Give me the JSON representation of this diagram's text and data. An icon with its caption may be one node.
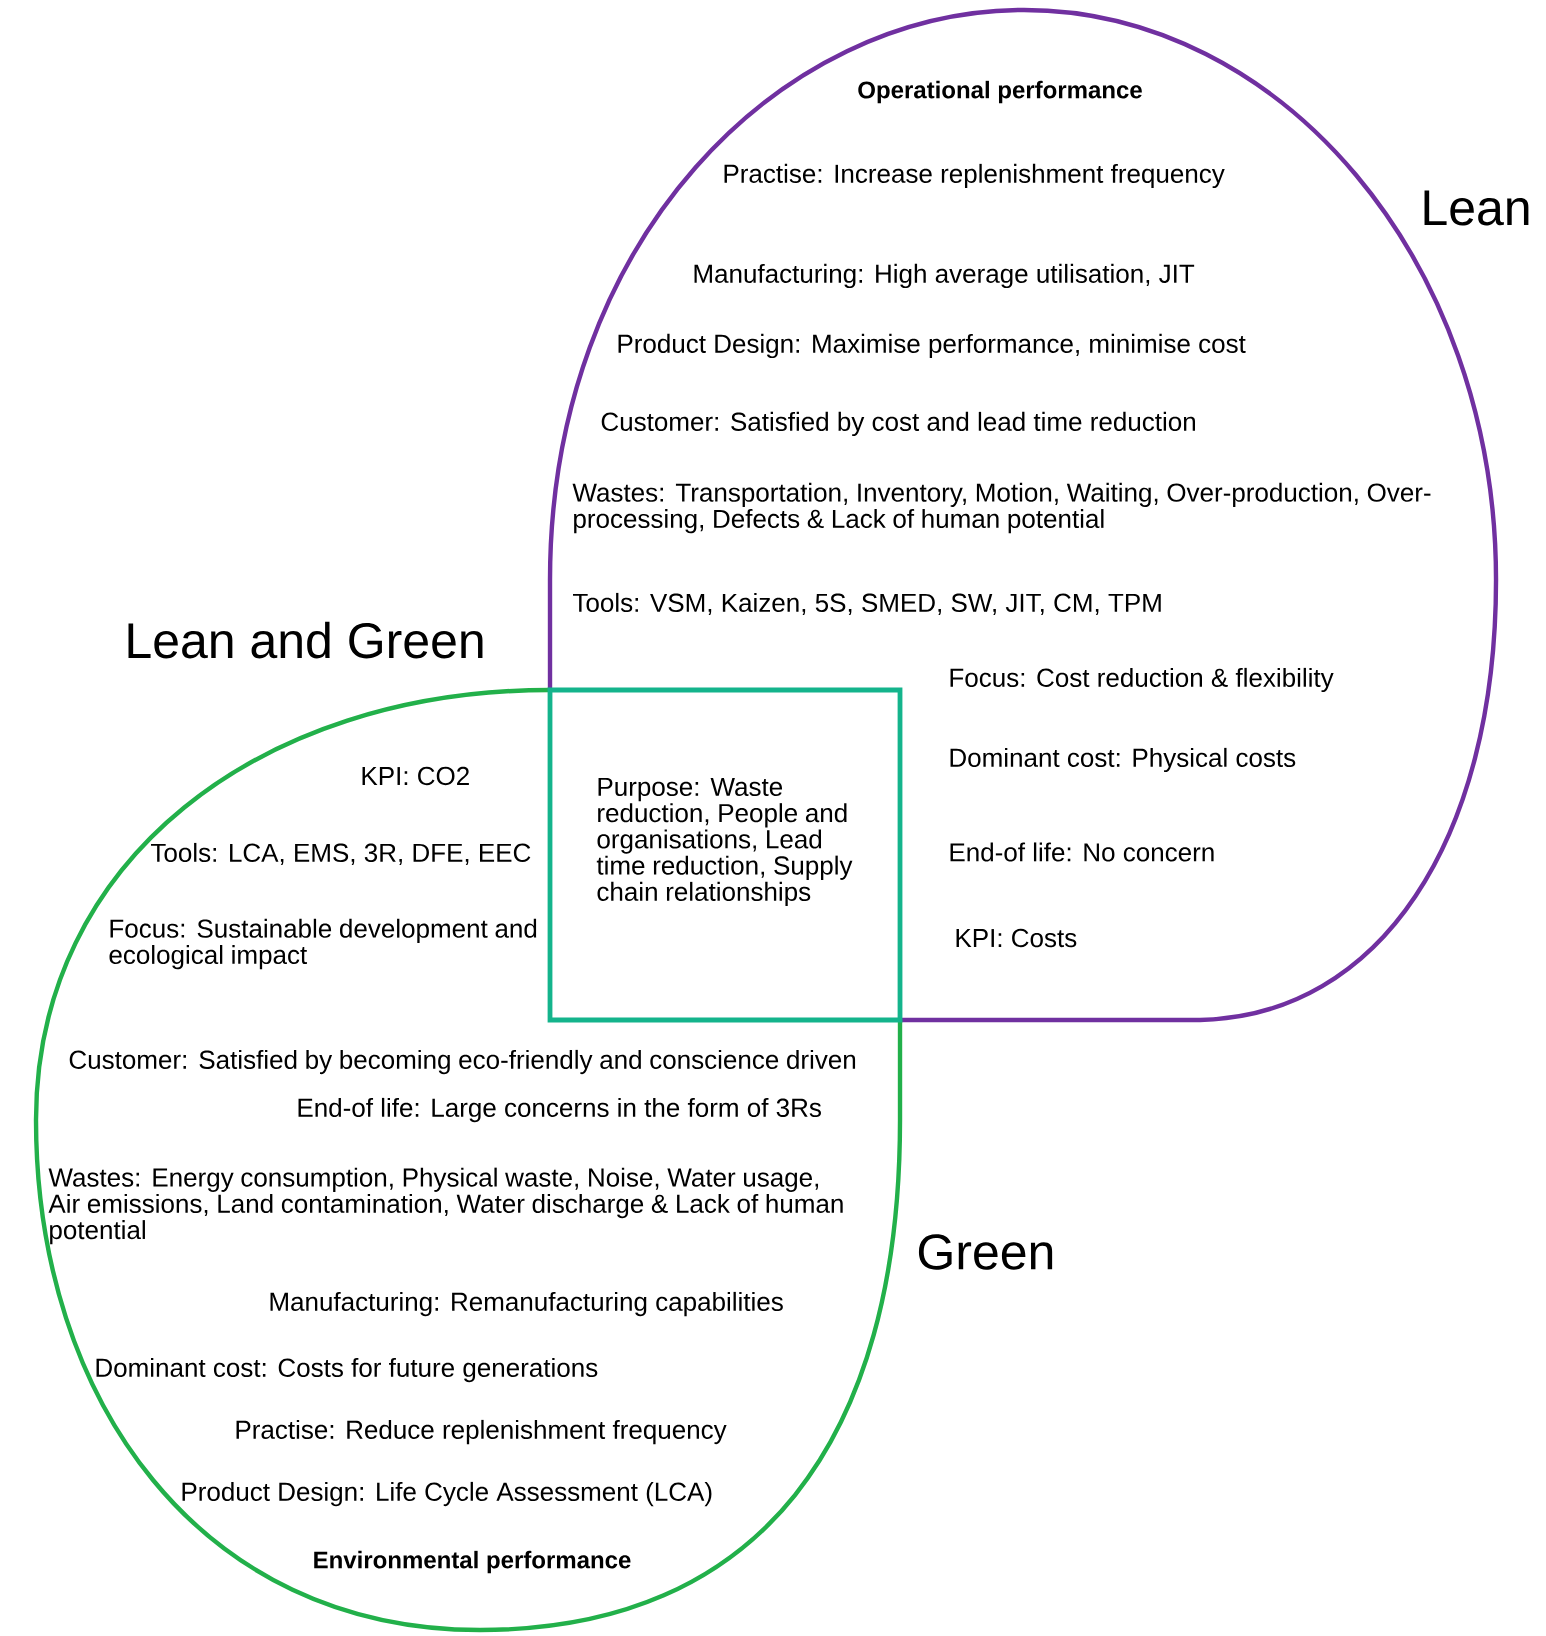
{
  "diagram": {
    "nodes": [
      {
        "text": [
          "Operational performance",
          "Practise: Increase replenishment frequency",
          "Manufacturing: High average utilisation, JIT",
          "Product Design: Maximise performance, minimise cost",
          "Customer: Satisfied by cost and lead time reduction",
          "Wastes: Transportation, Inventory, Motion, Waiting, Over-production, Over-processing, Defects & Lack of human potential",
          "Tools: VSM, Kaizen, 5S, SMED, SW, JIT, CM, TPM",
          "Focus: Cost reduction & flexibility",
          "Dominant cost: Physical costs",
          "End-of life: No concern",
          "KPI: Costs"
        ]
      },
      {
        "text": [
          "KPI: CO2",
          "Tools: LCA, EMS, 3R, DFE, EEC",
          "Focus: Sustainable development and ecological impact",
          "Customer: Satisfied by becoming eco-friendly and conscience driven",
          "End-of life: Large concerns in the form of 3Rs",
          "Wastes: Energy consumption, Physical waste, Noise, Water usage, Air emissions, Land contamination, Water discharge & Lack of human potential",
          "Manufacturing: Remanufacturing capabilities",
          "Dominant cost: Costs for future generations",
          "Practise: Reduce replenishment frequency",
          "Product Design: Life Cycle Assessment (LCA)",
          "Environmental performance"
        ]
      },
      {
        "text": [
          "Purpose: Waste reduction, People and organisations, Lead time reduction, Supply chain relationships"
        ]
      }
    ],
    "labels": [
      "Lean",
      "Lean and Green",
      "Green"
    ]
  }
}
